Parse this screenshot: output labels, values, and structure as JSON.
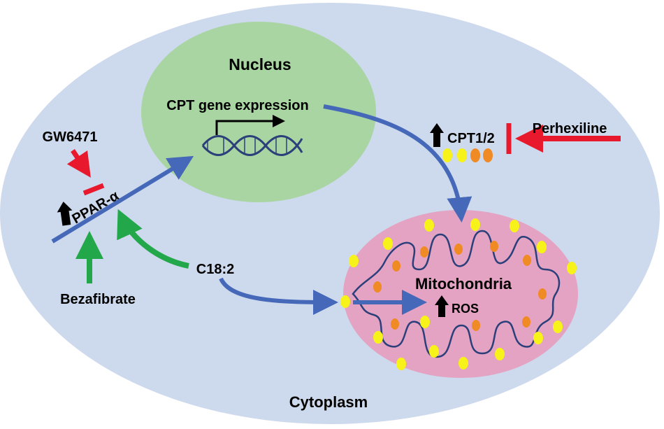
{
  "labels": {
    "nucleus": "Nucleus",
    "cpt_gene_expression": "CPT gene expression",
    "gw6471": "GW6471",
    "ppar_alpha": "PPAR-α",
    "bezafibrate": "Bezafibrate",
    "c18_2": "C18:2",
    "cpt1_2": "CPT1/2",
    "perhexiline": "Perhexiline",
    "mitochondria": "Mitochondria",
    "ros": "ROS",
    "cytoplasm": "Cytoplasm"
  },
  "colors": {
    "cell": "#cdd9ec",
    "nucleus": "#a8d5a2",
    "mitochondria": "#e4a3c2",
    "pathway_arrow": "#4568b8",
    "activation_arrow": "#22a84a",
    "inhibition": "#e8192c",
    "dna": "#2b3f7a",
    "dot_yellow": "#f7f21a",
    "dot_orange": "#f08a24"
  },
  "icons": [
    "up-arrow-icon",
    "promoter-arrow-icon",
    "dna-helix-icon",
    "inhibition-bar-icon"
  ]
}
